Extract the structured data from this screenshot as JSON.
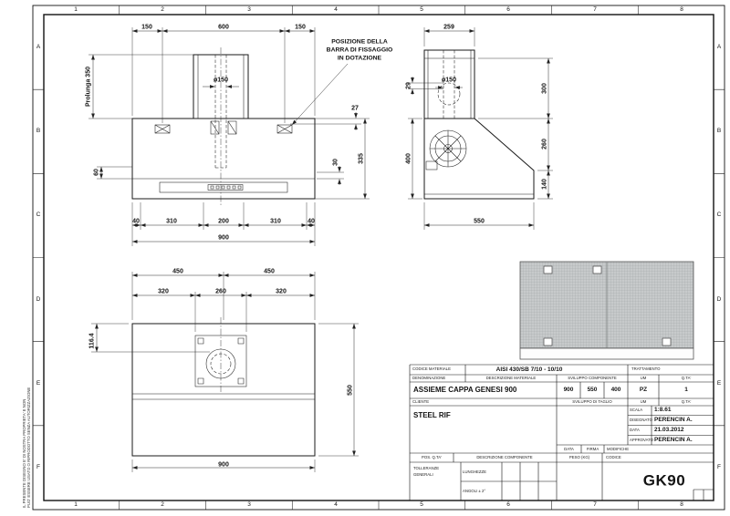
{
  "sheet": {
    "cols": [
      "1",
      "2",
      "3",
      "4",
      "5",
      "6",
      "7",
      "8"
    ],
    "rows": [
      "A",
      "B",
      "C",
      "D",
      "E",
      "F"
    ],
    "note1": "IL PRESENTE DISEGNO E' DI NOSTRA PROPRIETA' E NON",
    "note2": "PUO' ESSERE USATO O RIPRODOTTO SENZA AUTORIZZAZIONE"
  },
  "front": {
    "t150l": "150",
    "t600": "600",
    "t150r": "150",
    "prolunga": "Prolunga 350",
    "dia": "ø150",
    "d27": "27",
    "d335": "335",
    "d30": "30",
    "d60": "60",
    "b40l": "40",
    "b310l": "310",
    "b200": "200",
    "b310r": "310",
    "b40r": "40",
    "d900": "900",
    "note1": "POSIZIONE DELLA",
    "note2": "BARRA DI FISSAGGIO",
    "note3": "IN DOTAZIONE"
  },
  "side": {
    "d259": "259",
    "dia": "ø150",
    "d29": "29",
    "d400": "400",
    "d300": "300",
    "d260": "260",
    "d140": "140",
    "d550": "550"
  },
  "plan": {
    "d450l": "450",
    "d450r": "450",
    "d320l": "320",
    "d260": "260",
    "d320r": "320",
    "d116": "116.4",
    "d550": "550",
    "d900": "900"
  },
  "tb": {
    "codice_materiale_lbl": "CODICE MATERIALE",
    "materiale": "AISI 430/SB 7/10 - 10/10",
    "trattamento_lbl": "TRATTAMENTO",
    "denominazione_lbl": "DENOMINAZIONE",
    "descr_materiale_lbl": "DESCRIZIONE MATERIALE",
    "sviluppo_comp_lbl": "SVILUPPO COMPONENTE",
    "um_lbl": "UM",
    "qta_lbl": "Q.TA'",
    "denominazione": "ASSIEME CAPPA GENESI 900",
    "sv1": "900",
    "sv2": "550",
    "sv3": "400",
    "um": "PZ",
    "qta": "1",
    "cliente_lbl": "CLIENTE",
    "sviluppo_taglio_lbl": "SVILUPPO DI TAGLIO",
    "cliente": "STEEL RIF",
    "scala_lbl": "SCALA",
    "scala": "1:8.61",
    "disegnato_lbl": "DISEGNATO",
    "disegnato": "PERENCIN A.",
    "data_lbl": "DATA",
    "data": "21.03.2012",
    "approvato_lbl": "APPROVATO",
    "approvato": "PERENCIN A.",
    "data2_lbl": "DATA",
    "firma_lbl": "FIRMA",
    "modifiche_lbl": "MODIFICHE",
    "pos_qta_lbl": "POS. Q.TA'",
    "descr_comp_lbl": "DESCRIZIONE COMPONENTE",
    "peso_lbl": "PESO (KG)",
    "codice_lbl": "CODICE",
    "toll_lbl1": "TOLLERANZE",
    "toll_lbl2": "GENERALI",
    "lunghezze_lbl": "LUNGHEZZE",
    "angoli_lbl": "ANGOLI ± 2°",
    "code": "GK90"
  }
}
